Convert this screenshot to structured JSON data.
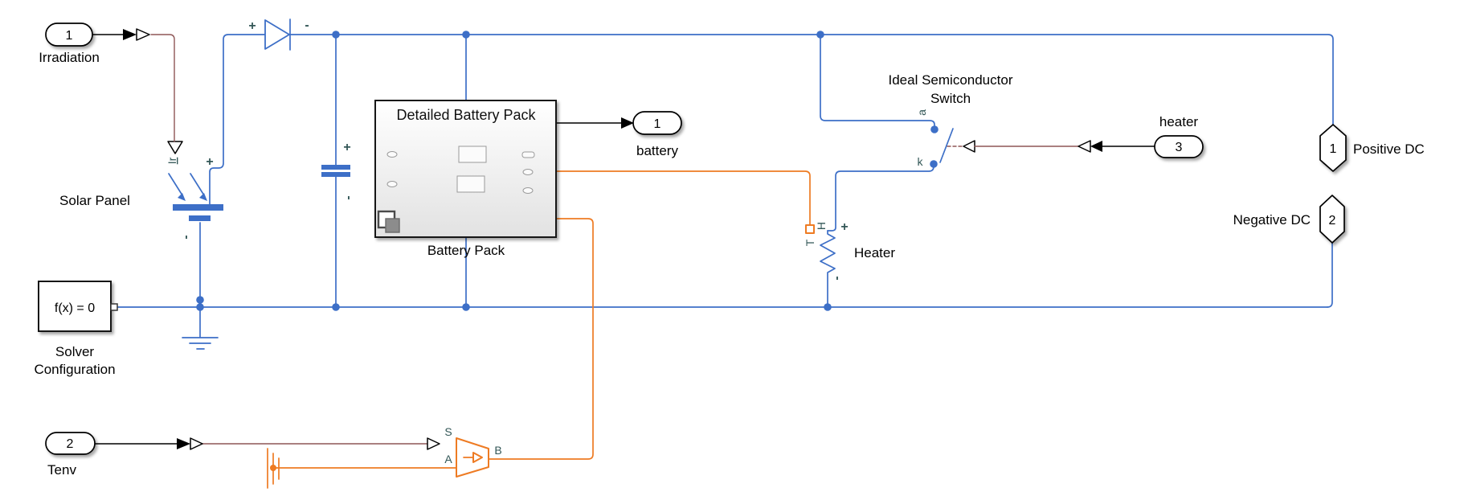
{
  "ports": {
    "irradiation": {
      "num": "1",
      "label": "Irradiation"
    },
    "tenv": {
      "num": "2",
      "label": "Tenv"
    },
    "heater_cmd": {
      "num": "3",
      "label": "heater"
    },
    "battery_meas": {
      "num": "1",
      "label": "battery"
    },
    "positive_dc": {
      "num": "1",
      "label": "Positive DC"
    },
    "negative_dc": {
      "num": "2",
      "label": "Negative DC"
    }
  },
  "blocks": {
    "solar_panel": {
      "label": "Solar Panel"
    },
    "battery_pack": {
      "title": "Detailed Battery Pack",
      "label": "Battery Pack"
    },
    "switch": {
      "label1": "Ideal Semiconductor",
      "label2": "Switch"
    },
    "heater": {
      "label": "Heater"
    },
    "solver": {
      "expr": "f(x) = 0",
      "label1": "Solver",
      "label2": "Configuration"
    }
  },
  "pins": {
    "ir": "Ir",
    "a": "a",
    "k": "k",
    "h": "H",
    "t": "T",
    "s": "S",
    "a2": "A",
    "b": "B",
    "plus": "+",
    "minus": "-"
  },
  "colors": {
    "electrical": "#3D6FC7",
    "thermal": "#EE7B23",
    "physical_signal": "#8E5656",
    "pin_label": "#335757",
    "signal": "#000000",
    "block_fill_top": "#FFFFFF",
    "block_fill_bottom": "#E2E2E2"
  }
}
